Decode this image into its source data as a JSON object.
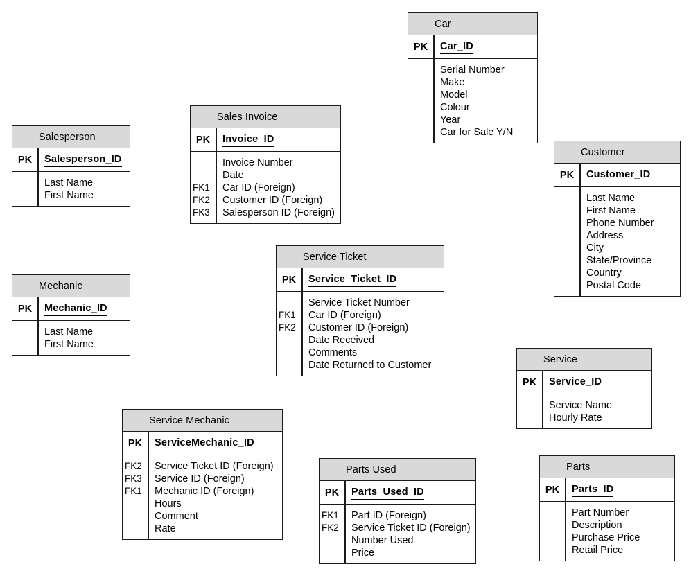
{
  "colors": {
    "header_bg": "#d9d9d9",
    "border": "#1a1a1a",
    "text": "#000000",
    "page_bg": "#ffffff"
  },
  "tables": [
    {
      "title": "Car",
      "pk_label": "PK",
      "pk_field": "Car_ID",
      "rows": [
        {
          "key": "",
          "label": "Serial Number"
        },
        {
          "key": "",
          "label": "Make"
        },
        {
          "key": "",
          "label": "Model"
        },
        {
          "key": "",
          "label": "Colour"
        },
        {
          "key": "",
          "label": "Year"
        },
        {
          "key": "",
          "label": "Car for Sale Y/N"
        }
      ]
    },
    {
      "title": "Salesperson",
      "pk_label": "PK",
      "pk_field": "Salesperson_ID",
      "rows": [
        {
          "key": "",
          "label": "Last Name"
        },
        {
          "key": "",
          "label": "First Name"
        }
      ]
    },
    {
      "title": "Sales Invoice",
      "pk_label": "PK",
      "pk_field": "Invoice_ID",
      "rows": [
        {
          "key": "",
          "label": "Invoice Number"
        },
        {
          "key": "",
          "label": "Date"
        },
        {
          "key": "FK1",
          "label": "Car ID (Foreign)"
        },
        {
          "key": "FK2",
          "label": "Customer ID (Foreign)"
        },
        {
          "key": "FK3",
          "label": "Salesperson ID (Foreign)"
        }
      ]
    },
    {
      "title": "Customer",
      "pk_label": "PK",
      "pk_field": "Customer_ID",
      "rows": [
        {
          "key": "",
          "label": "Last Name"
        },
        {
          "key": "",
          "label": "First Name"
        },
        {
          "key": "",
          "label": "Phone Number"
        },
        {
          "key": "",
          "label": "Address"
        },
        {
          "key": "",
          "label": "City"
        },
        {
          "key": "",
          "label": "State/Province"
        },
        {
          "key": "",
          "label": "Country"
        },
        {
          "key": "",
          "label": "Postal Code"
        }
      ]
    },
    {
      "title": "Mechanic",
      "pk_label": "PK",
      "pk_field": "Mechanic_ID",
      "rows": [
        {
          "key": "",
          "label": "Last Name"
        },
        {
          "key": "",
          "label": "First Name"
        }
      ]
    },
    {
      "title": "Service Ticket",
      "pk_label": "PK",
      "pk_field": "Service_Ticket_ID",
      "rows": [
        {
          "key": "",
          "label": "Service Ticket Number"
        },
        {
          "key": "FK1",
          "label": "Car ID (Foreign)"
        },
        {
          "key": "FK2",
          "label": "Customer ID (Foreign)"
        },
        {
          "key": "",
          "label": "Date Received"
        },
        {
          "key": "",
          "label": "Comments"
        },
        {
          "key": "",
          "label": "Date Returned to Customer"
        }
      ]
    },
    {
      "title": "Service",
      "pk_label": "PK",
      "pk_field": "Service_ID",
      "rows": [
        {
          "key": "",
          "label": "Service Name"
        },
        {
          "key": "",
          "label": "Hourly Rate"
        }
      ]
    },
    {
      "title": "Service Mechanic",
      "pk_label": "PK",
      "pk_field": "ServiceMechanic_ID",
      "rows": [
        {
          "key": "FK2",
          "label": "Service Ticket ID (Foreign)"
        },
        {
          "key": "FK3",
          "label": "Service ID (Foreign)"
        },
        {
          "key": "FK1",
          "label": "Mechanic ID (Foreign)"
        },
        {
          "key": "",
          "label": "Hours"
        },
        {
          "key": "",
          "label": "Comment"
        },
        {
          "key": "",
          "label": "Rate"
        }
      ]
    },
    {
      "title": "Parts Used",
      "pk_label": "PK",
      "pk_field": "Parts_Used_ID",
      "rows": [
        {
          "key": "FK1",
          "label": "Part ID (Foreign)"
        },
        {
          "key": "FK2",
          "label": "Service Ticket ID (Foreign)"
        },
        {
          "key": "",
          "label": "Number Used"
        },
        {
          "key": "",
          "label": "Price"
        }
      ]
    },
    {
      "title": "Parts",
      "pk_label": "PK",
      "pk_field": "Parts_ID",
      "rows": [
        {
          "key": "",
          "label": "Part Number"
        },
        {
          "key": "",
          "label": "Description"
        },
        {
          "key": "",
          "label": "Purchase Price"
        },
        {
          "key": "",
          "label": "Retail Price"
        }
      ]
    }
  ]
}
